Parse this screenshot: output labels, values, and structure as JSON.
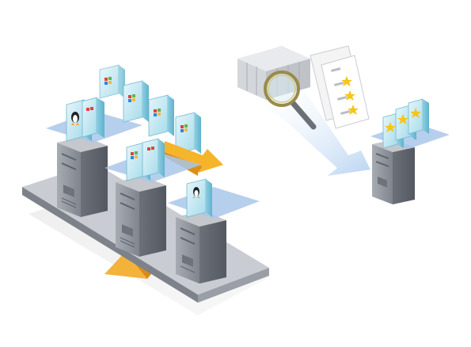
{
  "diagram": {
    "vm_groups": [
      {
        "id": "left-server",
        "vms": [
          "linux",
          "windows",
          "windows"
        ]
      },
      {
        "id": "middle-server",
        "vms": [
          "windows",
          "windows",
          "windows"
        ]
      },
      {
        "id": "right-server",
        "vms": [
          "linux"
        ]
      },
      {
        "id": "target-server",
        "vms": [
          "star",
          "star",
          "star"
        ]
      }
    ],
    "floating_vms": [
      "windows",
      "windows",
      "windows",
      "windows"
    ],
    "icons": [
      "server-rack-icon",
      "virtual-machine-icon",
      "linux-penguin-icon",
      "windows-logo-icon",
      "star-rating-icon",
      "magnifier-icon",
      "report-sheet-icon",
      "migration-arrow-icon",
      "balance-fulcrum-icon"
    ],
    "colors": {
      "server_body": "#8e939b",
      "vm_glass": "#bfe6f2",
      "vm_edge": "#6fb8d1",
      "platform": "#a9c7ea",
      "fulcrum": "#f0a028",
      "arrow_orange": "#f6b42a",
      "arrow_blue": "#c6dcf4",
      "star": "#f5c518"
    }
  }
}
